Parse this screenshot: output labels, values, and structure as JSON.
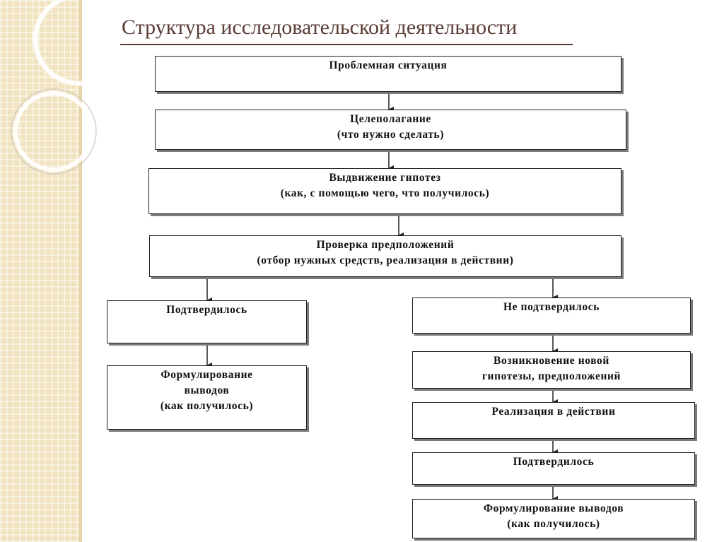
{
  "title": "Структура исследовательской деятельности",
  "colors": {
    "title": "#5a3d36",
    "strip": "#f1e3bf",
    "box_border": "#222222",
    "arrow": "#222222"
  },
  "steps": {
    "problem": [
      "Проблемная ситуация"
    ],
    "goal": [
      "Целеполагание",
      "(что нужно сделать)"
    ],
    "hypothesis": [
      "Выдвижение гипотез",
      "(как, с помощью чего, что получилось)"
    ],
    "check": [
      "Проверка предположений",
      "(отбор нужных средств, реализация в действии)"
    ],
    "confirmed": [
      "Подтвердилось"
    ],
    "conclusions_left": [
      "Формулирование",
      "выводов",
      "(как получилось)"
    ],
    "not_confirmed": [
      "Не подтвердилось"
    ],
    "new_hypothesis": [
      "Возникновение новой",
      "гипотезы, предположений"
    ],
    "implementation": [
      "Реализация в действии"
    ],
    "confirmed_right": [
      "Подтвердилось"
    ],
    "conclusions_right": [
      "Формулирование выводов",
      "(как получилось)"
    ]
  }
}
